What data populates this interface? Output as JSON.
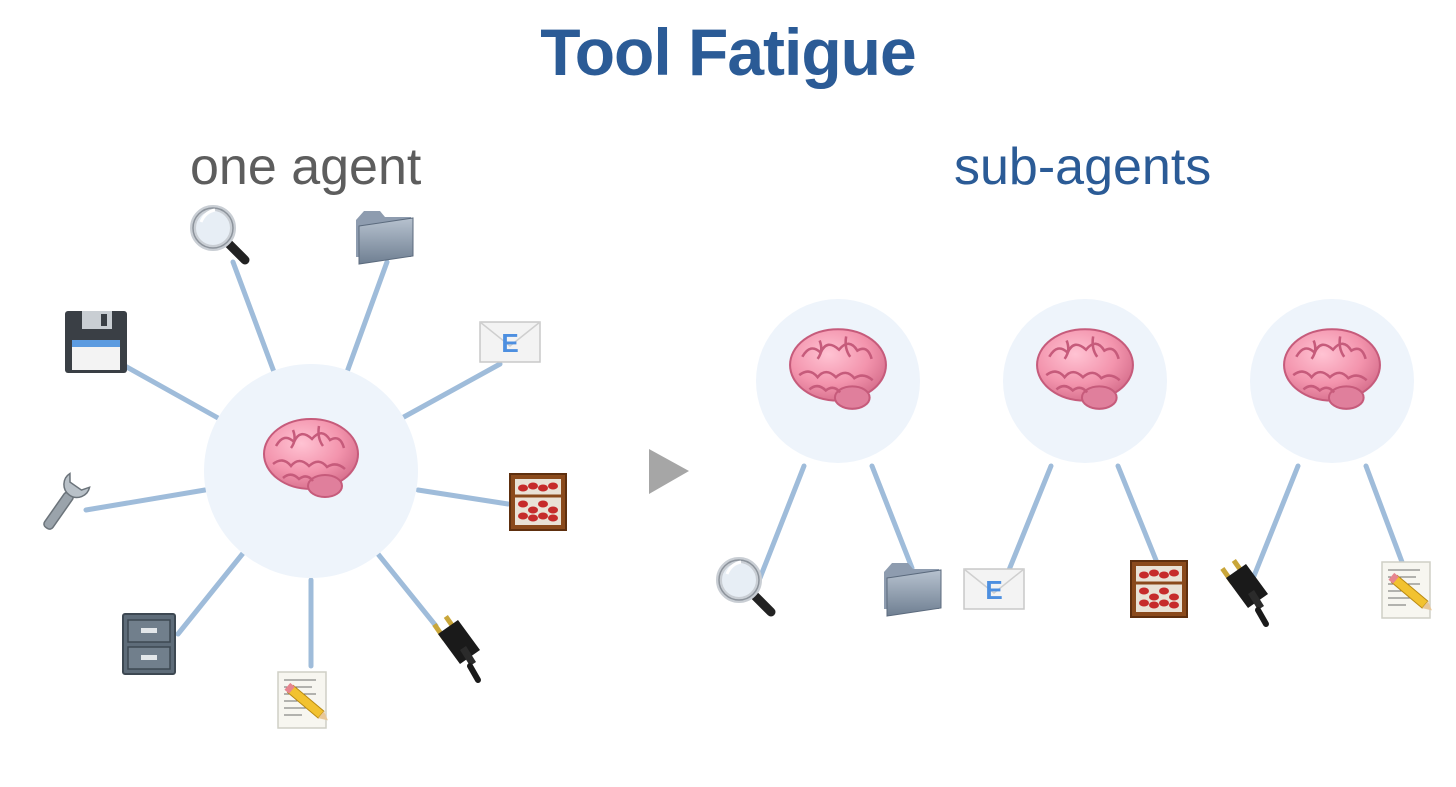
{
  "title": "Tool Fatigue",
  "left_panel": {
    "label": "one agent",
    "agent_icon": "brain-icon",
    "tools": [
      "magnifier-icon",
      "folder-icon",
      "email-icon",
      "abacus-icon",
      "plug-icon",
      "memo-icon",
      "file-cabinet-icon",
      "wrench-icon",
      "floppy-disk-icon"
    ]
  },
  "arrow_icon": "arrow-right-icon",
  "right_panel": {
    "label": "sub-agents",
    "agents": [
      {
        "icon": "brain-icon",
        "tools": [
          "magnifier-icon",
          "folder-icon"
        ]
      },
      {
        "icon": "brain-icon",
        "tools": [
          "email-icon",
          "abacus-icon"
        ]
      },
      {
        "icon": "brain-icon",
        "tools": [
          "plug-icon",
          "memo-icon"
        ]
      }
    ]
  },
  "colors": {
    "title": "#2b5b96",
    "left_label": "#5d5d5d",
    "right_label": "#2b5b96",
    "connector": "#9fbcda",
    "agent_circle": "#eef4fb",
    "arrow": "#a6a6a6"
  }
}
